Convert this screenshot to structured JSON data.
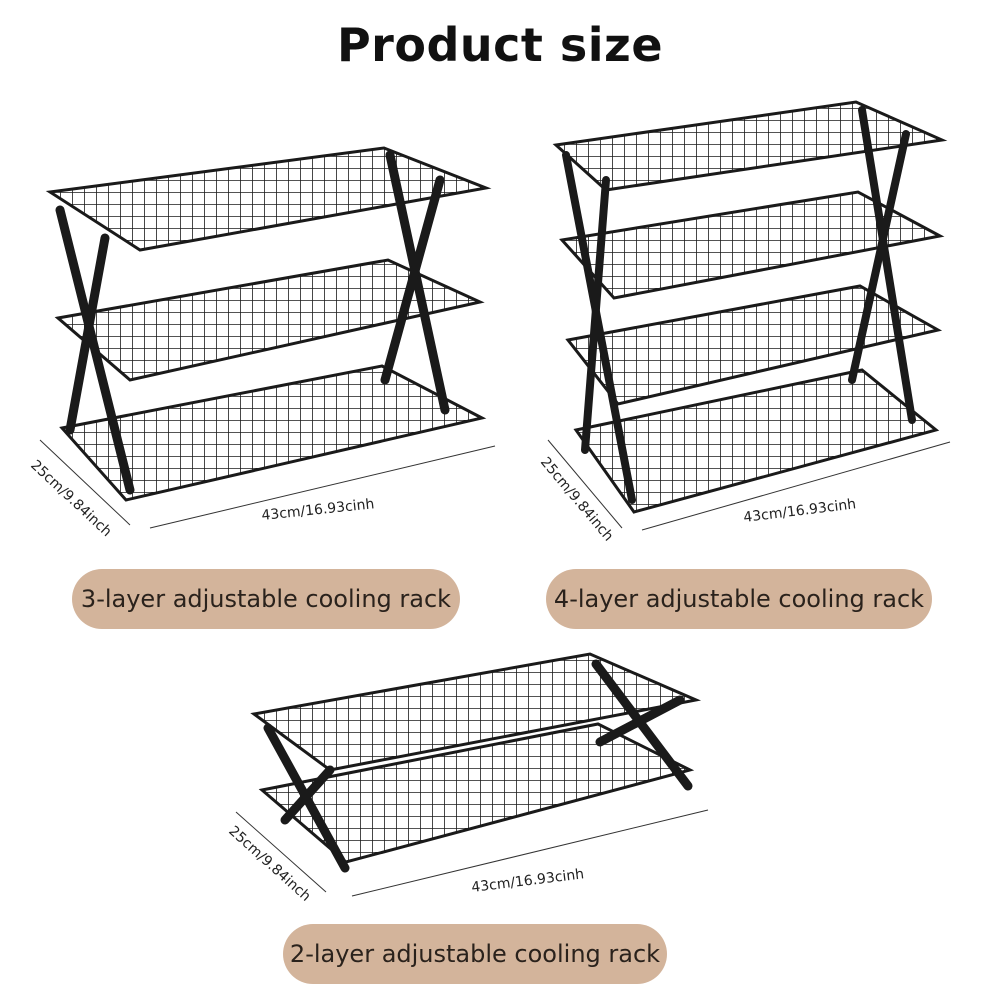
{
  "title": "Product size",
  "products": [
    {
      "label": "3-layer adjustable cooling rack",
      "width_label": "43cm/16.93cinh",
      "depth_label": "25cm/9.84inch"
    },
    {
      "label": "4-layer adjustable cooling rack",
      "width_label": "43cm/16.93cinh",
      "depth_label": "25cm/9.84inch"
    },
    {
      "label": "2-layer adjustable cooling rack",
      "width_label": "43cm/16.93cinh",
      "depth_label": "25cm/9.84inch"
    }
  ],
  "colors": {
    "pill": "#d3b49b",
    "rack": "#1a1a1a"
  }
}
